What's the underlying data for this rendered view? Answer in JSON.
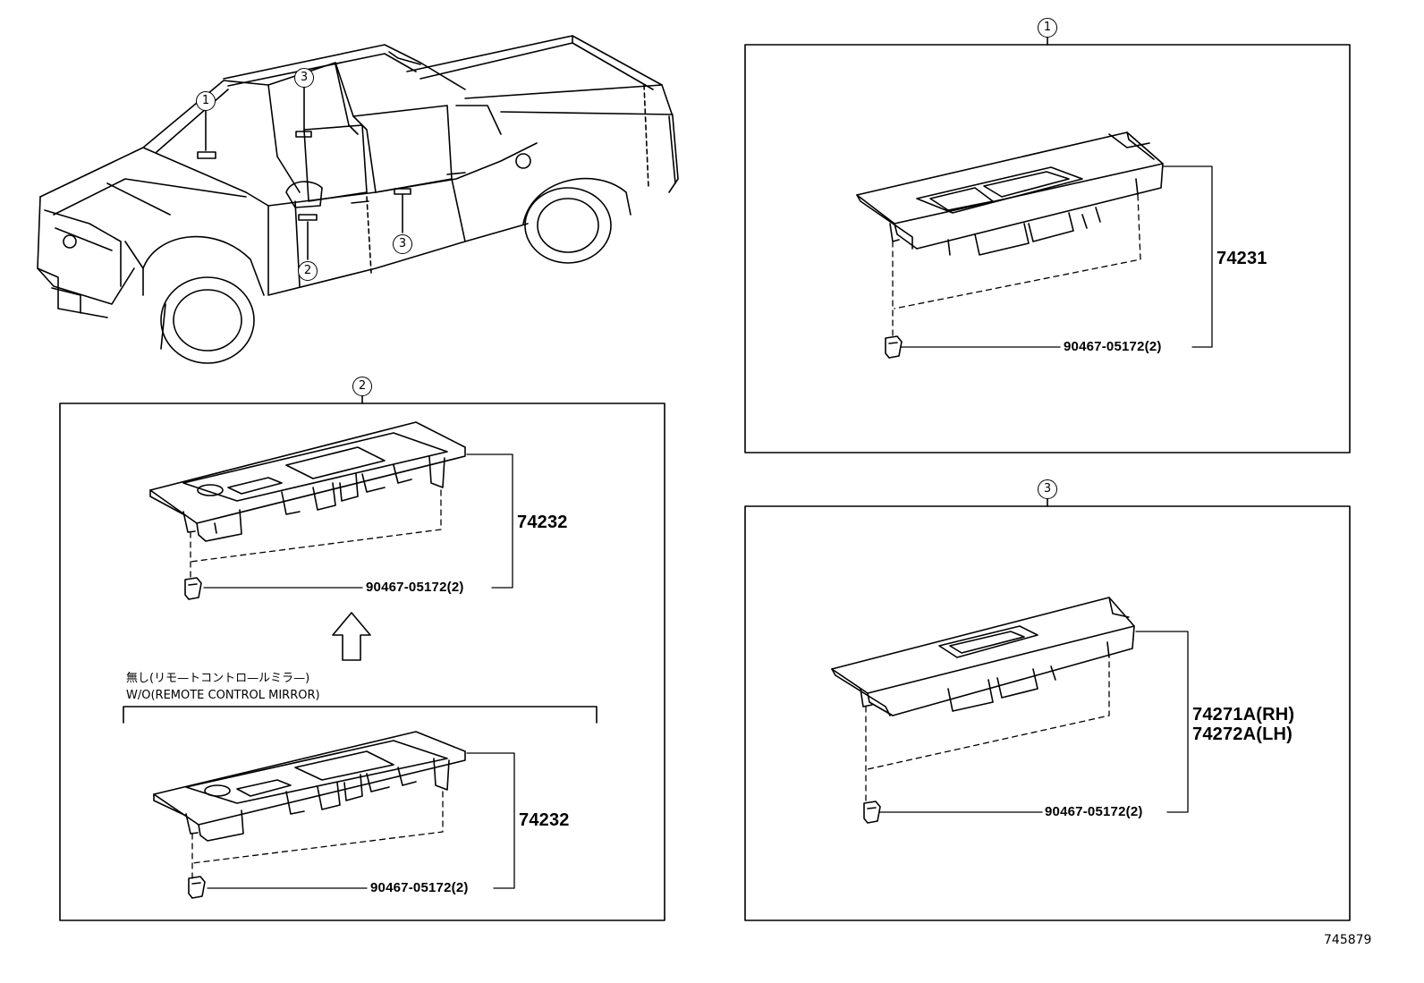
{
  "callouts": {
    "c1": "1",
    "c2": "2",
    "c3": "3"
  },
  "panel1": {
    "part_main": "74231",
    "part_clip": "90467-05172(2)"
  },
  "panel2": {
    "part_main_top": "74232",
    "part_clip_top": "90467-05172(2)",
    "note_jp": "無し(リモ—トコントロ—ルミラ—)",
    "note_en": "W/O(REMOTE CONTROL  MIRROR)",
    "part_main_bottom": "74232",
    "part_clip_bottom": "90467-05172(2)"
  },
  "panel3": {
    "part_rh": "74271A(RH)",
    "part_lh": "74272A(LH)",
    "part_clip": "90467-05172(2)"
  },
  "drawing_number": "745879",
  "colors": {
    "line": "#000000",
    "background": "#ffffff"
  },
  "icons": {
    "up_arrow": "arrow-up-outline-icon"
  }
}
